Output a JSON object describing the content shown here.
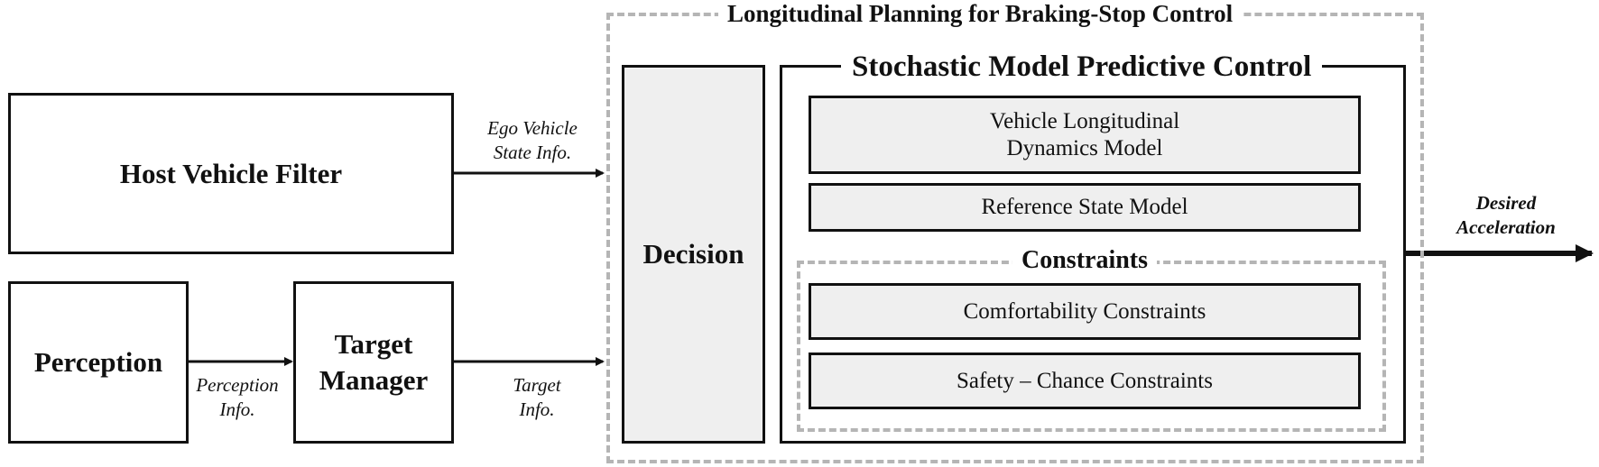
{
  "planning": {
    "title": "Longitudinal Planning for Braking-Stop Control",
    "decision": "Decision",
    "smpc": {
      "title": "Stochastic Model Predictive Control",
      "vehicle_model": {
        "line1": "Vehicle Longitudinal",
        "line2": "Dynamics Model"
      },
      "reference_model": "Reference State Model",
      "constraints": {
        "title": "Constraints",
        "comfort": "Comfortability Constraints",
        "safety": "Safety – Chance Constraints"
      }
    }
  },
  "inputs": {
    "host_filter": "Host Vehicle Filter",
    "perception": "Perception",
    "target_manager": {
      "line1": "Target",
      "line2": "Manager"
    }
  },
  "edges": {
    "ego_state": {
      "line1": "Ego Vehicle",
      "line2": "State Info."
    },
    "perception_info": {
      "line1": "Perception",
      "line2": "Info."
    },
    "target_info": {
      "line1": "Target",
      "line2": "Info."
    },
    "desired_accel": {
      "line1": "Desired",
      "line2": "Acceleration"
    }
  },
  "colors": {
    "line": "#111111",
    "dashed_border": "#b5b5b5",
    "module_fill": "#efefef"
  }
}
